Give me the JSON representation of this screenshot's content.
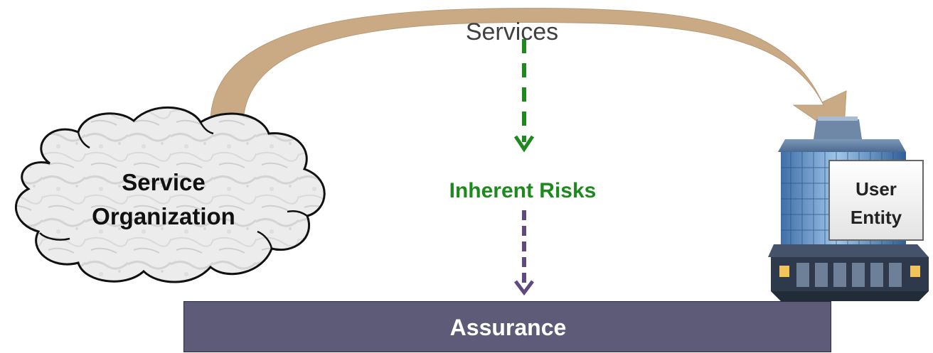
{
  "diagram": {
    "services_label": "Services",
    "risks_label": "Inherent Risks",
    "service_org_label": "Service Organization",
    "user_entity_label": "User Entity",
    "assurance_label": "Assurance"
  },
  "colors": {
    "services_arrow": "#c9aa84",
    "risks_text": "#1e8a1e",
    "risk_arrow_top": "#1e8a1e",
    "risk_arrow_bottom": "#5e4a7e",
    "assurance_bar": "#5d5b78",
    "cloud_fill": "#ececec"
  },
  "icons": {
    "cloud": "cloud-icon",
    "building": "office-building-icon"
  }
}
